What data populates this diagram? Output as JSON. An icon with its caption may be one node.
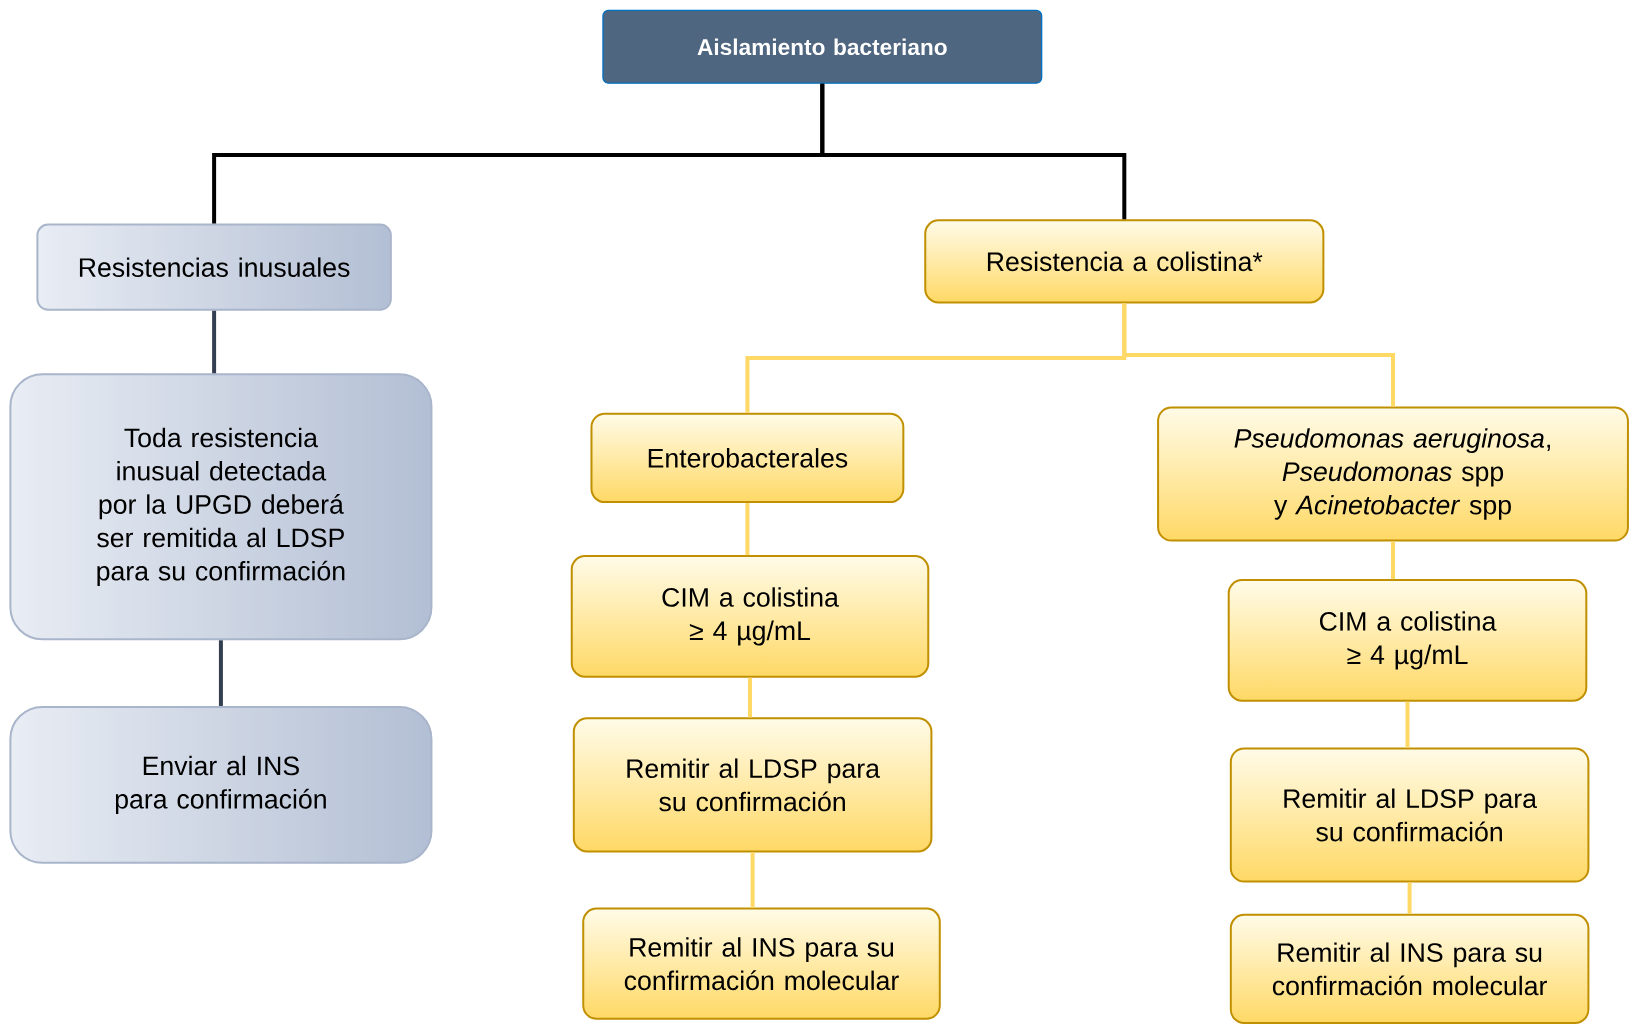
{
  "diagram": {
    "nodes": [
      {
        "text": [
          "Aislamiento bacteriano"
        ]
      },
      {
        "text": [
          "Resistencias inusuales"
        ]
      },
      {
        "text": [
          "Toda resistencia inusual detectada por la UPGD deberá ser remitida al LDSP para su confirmación"
        ]
      },
      {
        "text": [
          "Enviar al INS para confirmación"
        ]
      },
      {
        "text": [
          "Resistencia a colistina*"
        ]
      },
      {
        "text": [
          "Enterobacterales"
        ]
      },
      {
        "text": [
          "*Pseudomonas aeruginosa*, *Pseudomonas* spp y *Acinetobacter* spp"
        ]
      },
      {
        "text": [
          "CIM a colistina ≥ 4 µg/mL"
        ]
      },
      {
        "text": [
          "CIM a colistina ≥ 4 µg/mL"
        ]
      },
      {
        "text": [
          "Remitir al LDSP para su confirmación"
        ]
      },
      {
        "text": [
          "Remitir al LDSP para su confirmación"
        ]
      },
      {
        "text": [
          "Remitir al INS para su confirmación molecular"
        ]
      },
      {
        "text": [
          "Remitir al INS para su confirmación molecular"
        ]
      }
    ],
    "edges": [
      {
        "from": 0,
        "to": 1,
        "arrow": "none",
        "color": "#000000"
      },
      {
        "from": 0,
        "to": 4,
        "arrow": "none",
        "color": "#000000"
      },
      {
        "from": 1,
        "to": 2,
        "arrow": "none",
        "color": "#333f50"
      },
      {
        "from": 2,
        "to": 3,
        "arrow": "none",
        "color": "#333f50"
      },
      {
        "from": 4,
        "to": 5,
        "arrow": "none"
      },
      {
        "from": 4,
        "to": 6,
        "arrow": "none"
      },
      {
        "from": 5,
        "to": 7,
        "arrow": "none"
      },
      {
        "from": 7,
        "to": 9,
        "arrow": "none"
      },
      {
        "from": 9,
        "to": 11,
        "arrow": "none"
      },
      {
        "from": 6,
        "to": 8,
        "arrow": "none"
      },
      {
        "from": 8,
        "to": 10,
        "arrow": "none"
      },
      {
        "from": 10,
        "to": 12,
        "arrow": "none"
      }
    ]
  }
}
